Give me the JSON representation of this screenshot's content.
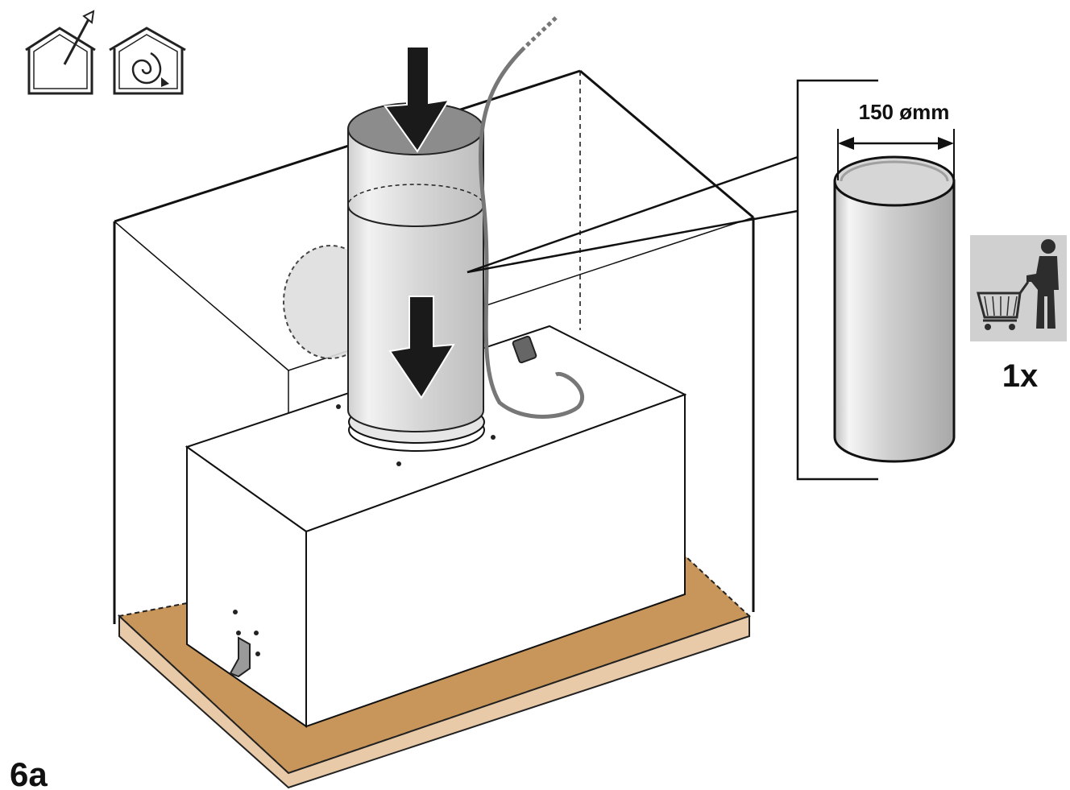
{
  "figure": {
    "step_label": "6a",
    "duct_diameter_label": "150 ømm",
    "quantity_label": "1x"
  },
  "icons": {
    "ducted_mode": "house-arrow-out-icon",
    "recirculation_mode": "house-spiral-icon",
    "not_supplied": "shopping-cart-person-icon"
  },
  "colors": {
    "worktop": "#c8965a",
    "worktop_edge": "#e8c9a8",
    "duct_fill": "#d9d9d9",
    "duct_top": "#8c8c8c",
    "cable": "#777777",
    "arrow": "#1a1a1a"
  }
}
